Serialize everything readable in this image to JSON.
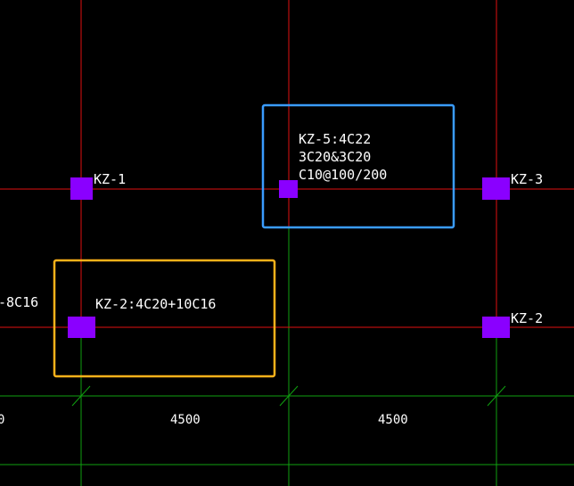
{
  "colors": {
    "background": "#000000",
    "axis_red": "#e01010",
    "dim_green": "#10a010",
    "column_fill": "#8a00ff",
    "selection_blue": "#3a9cff",
    "selection_orange": "#ffb21a",
    "text": "#ffffff"
  },
  "labels": {
    "kz1": "KZ-1",
    "kz3": "KZ-3",
    "kz2_right": "KZ-2",
    "kz5_line1": "KZ-5:4C22",
    "kz5_line2": "3C20&3C20",
    "kz5_line3": "C10@100/200",
    "kz2_detail": "KZ-2:4C20+10C16",
    "left_clipped": "-8C16"
  },
  "dimensions": {
    "left_clipped": "0",
    "span_1": "4500",
    "span_2": "4500"
  }
}
